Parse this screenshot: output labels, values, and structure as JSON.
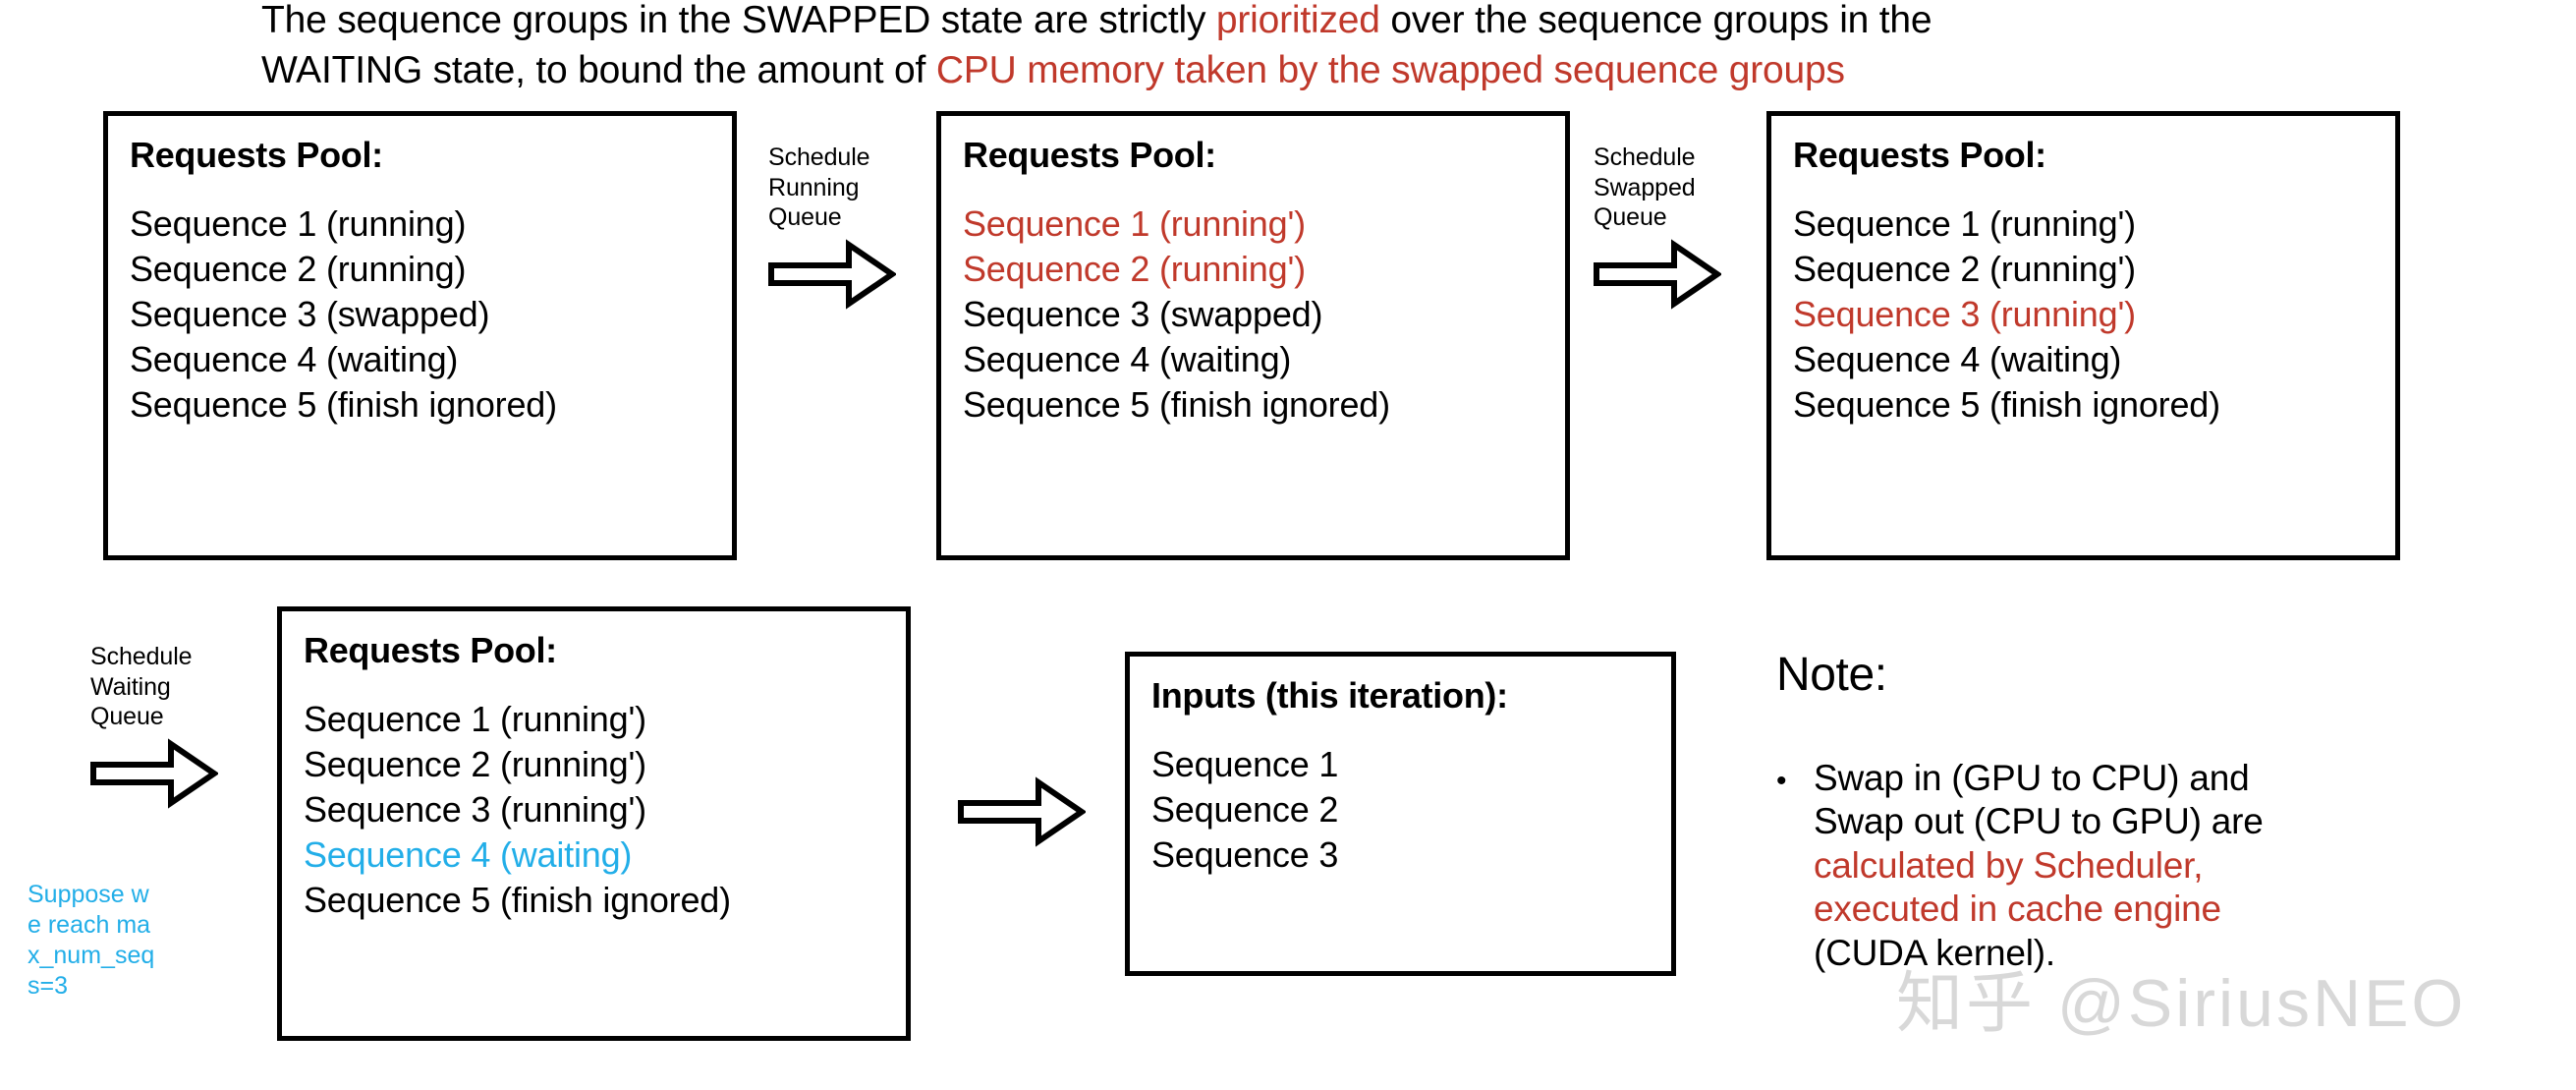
{
  "colors": {
    "red": "#C0392B",
    "cyan": "#22AEE8",
    "black": "#000000",
    "watermark": "#d8d8d8"
  },
  "header": {
    "line1_part1": "The sequence groups in the SWAPPED state are strictly ",
    "line1_highlight": "prioritized",
    "line1_part2": " over the sequence groups in the",
    "line2_part1": "WAITING state, to bound the amount of ",
    "line2_highlight": "CPU memory taken by the swapped sequence groups"
  },
  "boxes": {
    "pool1": {
      "title": "Requests Pool:",
      "lines": [
        {
          "text": "Sequence 1 (running)",
          "color": "black"
        },
        {
          "text": "Sequence 2 (running)",
          "color": "black"
        },
        {
          "text": "Sequence 3 (swapped)",
          "color": "black"
        },
        {
          "text": "Sequence 4 (waiting)",
          "color": "black"
        },
        {
          "text": "Sequence 5 (finish ignored)",
          "color": "black"
        }
      ]
    },
    "pool2": {
      "title": "Requests Pool:",
      "lines": [
        {
          "text": "Sequence 1 (running')",
          "color": "red"
        },
        {
          "text": "Sequence 2 (running')",
          "color": "red"
        },
        {
          "text": "Sequence 3 (swapped)",
          "color": "black"
        },
        {
          "text": "Sequence 4 (waiting)",
          "color": "black"
        },
        {
          "text": "Sequence 5 (finish ignored)",
          "color": "black"
        }
      ]
    },
    "pool3": {
      "title": "Requests Pool:",
      "lines": [
        {
          "text": "Sequence 1 (running')",
          "color": "black"
        },
        {
          "text": "Sequence 2 (running')",
          "color": "black"
        },
        {
          "text": "Sequence 3 (running')",
          "color": "red"
        },
        {
          "text": "Sequence 4 (waiting)",
          "color": "black"
        },
        {
          "text": "Sequence 5 (finish ignored)",
          "color": "black"
        }
      ]
    },
    "pool4": {
      "title": "Requests Pool:",
      "lines": [
        {
          "text": "Sequence 1 (running')",
          "color": "black"
        },
        {
          "text": "Sequence 2 (running')",
          "color": "black"
        },
        {
          "text": "Sequence 3 (running')",
          "color": "black"
        },
        {
          "text": "Sequence 4 (waiting)",
          "color": "cyan"
        },
        {
          "text": "Sequence 5 (finish ignored)",
          "color": "black"
        }
      ]
    },
    "inputs": {
      "title": "Inputs (this iteration):",
      "lines": [
        {
          "text": "Sequence 1",
          "color": "black"
        },
        {
          "text": "Sequence 2",
          "color": "black"
        },
        {
          "text": "Sequence 3",
          "color": "black"
        }
      ]
    }
  },
  "arrows": {
    "arrow1": {
      "label": "Schedule\nRunning\nQueue",
      "icon": "right-block-arrow-icon"
    },
    "arrow2": {
      "label": "Schedule\nSwapped\nQueue",
      "icon": "right-block-arrow-icon"
    },
    "arrow3": {
      "label": "Schedule\nWaiting\nQueue",
      "icon": "right-block-arrow-icon"
    },
    "arrow4": {
      "label": "",
      "icon": "right-block-arrow-icon"
    }
  },
  "side_note": {
    "text": "Suppose we reach max_num_seqs=3"
  },
  "note": {
    "title": "Note:",
    "bullet_marker": "•",
    "bullet_part1": "Swap in (GPU to CPU) and Swap out (CPU to GPU) are ",
    "bullet_highlight": "calculated by Scheduler, executed in cache engine",
    "bullet_part2": " (CUDA kernel)."
  },
  "watermark": {
    "text": "知乎 @SiriusNEO"
  }
}
